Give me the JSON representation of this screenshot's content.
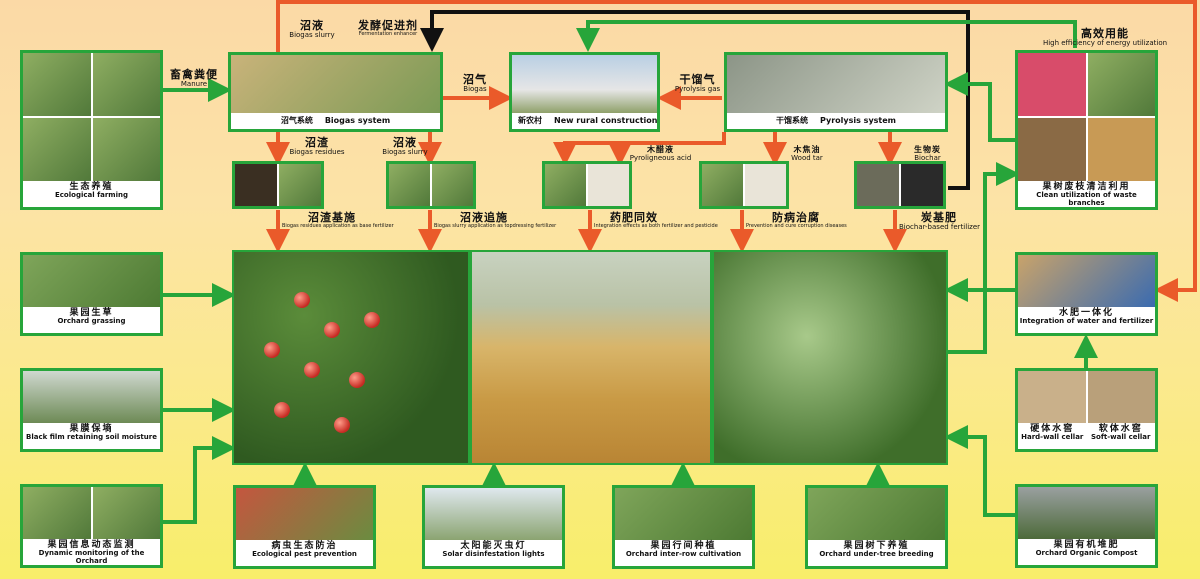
{
  "colors": {
    "arrow_orange": "#ea5a2a",
    "arrow_green": "#27a53a",
    "arrow_black": "#111111",
    "box_border": "#27a53a"
  },
  "flow_labels": {
    "manure": {
      "cn": "畜禽粪便",
      "en": "Manure"
    },
    "slurry_top": {
      "cn": "沼液",
      "en": "Biogas slurry"
    },
    "enhancer": {
      "cn": "发酵促进剂",
      "en": "Fermentation enhancer"
    },
    "biogas": {
      "cn": "沼气",
      "en": "Biogas"
    },
    "pyrolysis_gas": {
      "cn": "干馏气",
      "en": "Pyrolysis gas"
    },
    "high_eff": {
      "cn": "高效用能",
      "en": "High efficiency of energy utilization"
    },
    "residues": {
      "cn": "沼渣",
      "en": "Biogas residues"
    },
    "slurry": {
      "cn": "沼液",
      "en": "Biogas slurry"
    },
    "pyro_acid": {
      "cn": "木醋液",
      "en": "Pyroligneous acid"
    },
    "wood_tar": {
      "cn": "木焦油",
      "en": "Wood tar"
    },
    "biochar": {
      "cn": "生物炭",
      "en": "Biochar"
    },
    "res_app": {
      "cn": "沼渣基施",
      "en": "Biogas residues application as base fertilizer"
    },
    "slurry_app": {
      "cn": "沼液追施",
      "en": "Biogas slurry application as topdressing fertilizer"
    },
    "fert_pest": {
      "cn": "药肥同效",
      "en": "Integration effects as both fertilizer and pesticide"
    },
    "prevention": {
      "cn": "防病治腐",
      "en": "Prevention and cure corruption diseases"
    },
    "biochar_fert": {
      "cn": "炭基肥",
      "en": "Biochar-based fertilizer"
    }
  },
  "boxes": {
    "farming": {
      "cn": "生态养殖",
      "en": "Ecological farming"
    },
    "biogas_sys": {
      "cn": "沼气系统",
      "en": "Biogas system"
    },
    "rural": {
      "cn": "新农村",
      "en": "New rural construction"
    },
    "pyro_sys": {
      "cn": "干馏系统",
      "en": "Pyrolysis system"
    },
    "waste": {
      "cn": "果树废枝清洁利用",
      "en": "Clean utilization of waste branches"
    },
    "grassing": {
      "cn": "果园生草",
      "en": "Orchard grassing"
    },
    "film": {
      "cn": "果膜保墒",
      "en": "Black film retaining soil moisture"
    },
    "monitoring": {
      "cn": "果园信息动态监测",
      "en": "Dynamic monitoring of the Orchard"
    },
    "pest": {
      "cn": "病虫生态防治",
      "en": "Ecological pest prevention"
    },
    "solar": {
      "cn": "太阳能灭虫灯",
      "en": "Solar disinfestation lights"
    },
    "interrow": {
      "cn": "果园行间种植",
      "en": "Orchard inter-row cultivation"
    },
    "undertree": {
      "cn": "果园树下养殖",
      "en": "Orchard under-tree breeding"
    },
    "water_fert": {
      "cn": "水肥一体化",
      "en": "Integration of water and fertilizer"
    },
    "cellar_hard": {
      "cn": "硬体水窖",
      "en": "Hard-wall cellar"
    },
    "cellar_soft": {
      "cn": "软体水窖",
      "en": "Soft-wall cellar"
    },
    "compost": {
      "cn": "果园有机堆肥",
      "en": "Orchard Organic Compost"
    }
  },
  "panels": [
    "apple orchard",
    "wheat field",
    "greenhouse cucumber"
  ]
}
